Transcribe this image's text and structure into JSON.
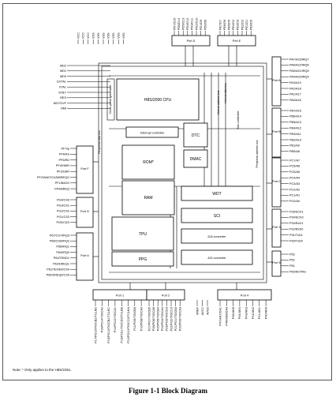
{
  "figure_caption": "Figure 1-1   Block Diagram",
  "note": "Note:  * Only applies to the H8S/2351.",
  "blocks": {
    "cpu": "H8S/2000 CPU",
    "clock": "Clock pulse generator",
    "interrupt": "Interrupt controller",
    "dtc": "DTC",
    "dmac": "DMAC",
    "rom": "ROM*",
    "ram": "RAM",
    "wdt": "WDT",
    "sci": "SCI",
    "tpu": "TPU",
    "da": "D/A converter",
    "ppg": "PPG",
    "ad": "A/D converter",
    "bus_controller": "Bus controller",
    "internal_data_bus": "Internal data bus",
    "internal_address_bus": "Internal address bus",
    "peripheral_data_bus": "Peripheral data bus",
    "peripheral_address_bus": "Peripheral address bus"
  },
  "ports": {
    "port_d": "Port D",
    "port_e": "Port E",
    "port_a": "Port A",
    "port_b": "Port B",
    "port_c": "Port C",
    "port_3": "Port 3",
    "port_5": "Port 5",
    "port_f": "Port F",
    "port_g": "Port G",
    "port_6": "Port 6",
    "port_1": "Port 1",
    "port_2": "Port 2",
    "port_4": "Port 4"
  },
  "pins": {
    "top_left": [
      "VCC",
      "VCC",
      "VCC",
      "VSS",
      "VSS",
      "VSS",
      "VSS",
      "VSS",
      "VSS",
      "VSS"
    ],
    "port_d": [
      "PD7/D15",
      "PD6/D14",
      "PD5/D13",
      "PD4/D12",
      "PD3/D11",
      "PD2/D10",
      "PD1/D9",
      "PD0/D8"
    ],
    "port_e": [
      "PE7/D7",
      "PE6/D6",
      "PE5/D5",
      "PE4/D4",
      "PE3/D3",
      "PE2/D2",
      "PE1/D1",
      "PE0/D0"
    ],
    "mode": [
      "MD2",
      "MD1",
      "MD0",
      "EXTAL",
      "XTAL",
      "STBY",
      "RES",
      "WDTOVF",
      "NMI"
    ],
    "port_a": [
      "PA7/A23/IRQ7",
      "PA6/A22/IRQ6",
      "PA5/A21/IRQ5",
      "PA4/A20/IRQ4",
      "PA3/A19",
      "PA2/A18",
      "PA1/A17",
      "PA0/A16"
    ],
    "port_b": [
      "PB7/A15",
      "PB6/A14",
      "PB5/A13",
      "PB4/A12",
      "PB3/A11",
      "PB2/A10",
      "PB1/A9",
      "PB0/A8"
    ],
    "port_c": [
      "PC7/A7",
      "PC6/A6",
      "PC5/A5",
      "PC4/A4",
      "PC3/A3",
      "PC2/A2",
      "PC1/A1",
      "PC0/A0"
    ],
    "port_3": [
      "P35/SCK1",
      "P34/SCK0",
      "P33/RxD1",
      "P32/RxD0",
      "P31/TxD1",
      "P30/TxD0"
    ],
    "port_5": [
      "P53",
      "P52",
      "P51",
      "P50/ADTRG"
    ],
    "port_f": [
      "PF7/φ",
      "PF6/AS",
      "PF5/RD",
      "PF4/HWR",
      "PF3/LWR",
      "PF2/WAIT/CAS/BREQO",
      "PF1/BACK",
      "PF0/BREQ"
    ],
    "port_g": [
      "PG4/CS0",
      "PG3/CS1",
      "PG2/CS2",
      "PG1/CS3",
      "PG0/CAS"
    ],
    "port_6": [
      "P67/CS7/IRQ3",
      "P66/CS6/IRQ2",
      "P65/IRQ1",
      "P64/IRQ0",
      "P63/TEND1",
      "P62/DREQ1",
      "P61/TEND0/CS4",
      "P60/DREQ0/CS5"
    ],
    "port_1": [
      "P17/PO15/TIOCB2/TCLKD",
      "P16/PO14/TIOCA2",
      "P15/PO13/TIOCB1/TCLKC",
      "P14/PO12/TIOCA1",
      "P13/PO11/TIOCD0/TCLKB",
      "P12/PO10/TIOCC0/TCLKA",
      "P11/PO9/TIOCB0",
      "P10/PO8/TIOCA0"
    ],
    "port_2": [
      "P27/PO7/TIOCB5",
      "P26/PO6/TIOCA5",
      "P25/PO5/TIOCB4",
      "P24/PO4/TIOCA4",
      "P23/PO3/TIOCD3",
      "P22/PO2/TIOCC3",
      "P21/PO1/TIOCB3",
      "P20/PO0/TIOCA3"
    ],
    "analog": [
      "VREF",
      "AVCC",
      "AVSS"
    ],
    "port_4": [
      "P47/AN7/DA1",
      "P46/AN6/DA0",
      "P45/AN5",
      "P44/AN4",
      "P43/AN3",
      "P42/AN2",
      "P41/AN1",
      "P40/AN0"
    ]
  }
}
